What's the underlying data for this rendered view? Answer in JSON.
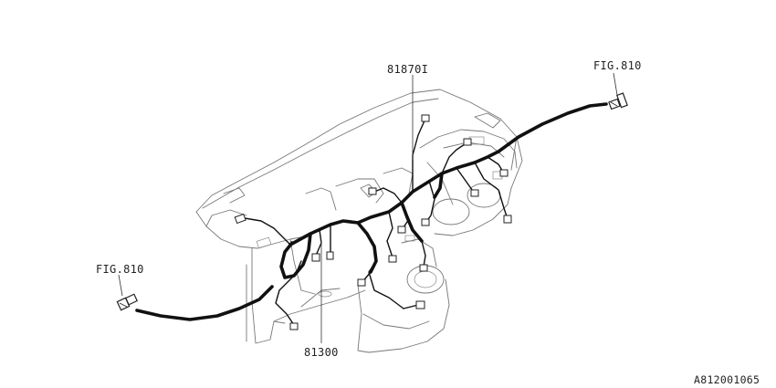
{
  "diagram": {
    "labels": {
      "fig_top_right": "FIG.810",
      "fig_left": "FIG.810",
      "part_main_harness": "81300",
      "part_sub_harness": "81870I",
      "diagram_code": "A812001065"
    }
  }
}
